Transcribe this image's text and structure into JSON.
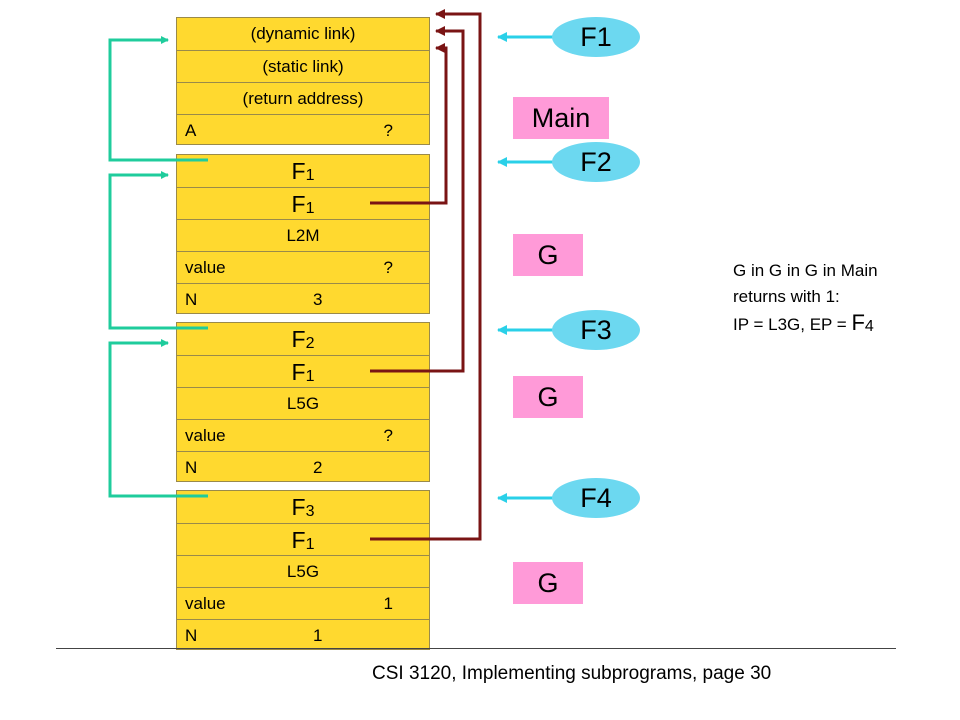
{
  "frames": [
    {
      "cells": [
        {
          "center": "(dynamic link)"
        },
        {
          "center": "(static link)"
        },
        {
          "center": "(return address)"
        },
        {
          "left": "A",
          "right": "?"
        }
      ]
    },
    {
      "cells": [
        {
          "big_letter": "F",
          "big_sub": "1"
        },
        {
          "big_letter": "F",
          "big_sub": "1"
        },
        {
          "center": "L2M"
        },
        {
          "left": "value",
          "right": "?"
        },
        {
          "left": "N",
          "right": "3"
        }
      ]
    },
    {
      "cells": [
        {
          "big_letter": "F",
          "big_sub": "2"
        },
        {
          "big_letter": "F",
          "big_sub": "1"
        },
        {
          "center": "L5G"
        },
        {
          "left": "value",
          "right": "?"
        },
        {
          "left": "N",
          "right": "2"
        }
      ]
    },
    {
      "cells": [
        {
          "big_letter": "F",
          "big_sub": "3"
        },
        {
          "big_letter": "F",
          "big_sub": "1"
        },
        {
          "center": "L5G"
        },
        {
          "left": "value",
          "right": "1"
        },
        {
          "left": "N",
          "right": "1"
        }
      ]
    }
  ],
  "frame_labels": [
    "F1",
    "F2",
    "F3",
    "F4"
  ],
  "unit_labels": [
    "Main",
    "G",
    "G",
    "G"
  ],
  "note": {
    "line1": "G in G in G in Main",
    "line2": "returns with 1:",
    "line3_prefix": "IP = L3G, EP = ",
    "ep_letter": "F",
    "ep_sub": "4"
  },
  "footer": "CSI 3120, Implementing subprograms, page 30",
  "colors": {
    "cell_fill": "#ffd92f",
    "oval_fill": "#6cd8f0",
    "unit_box_fill": "#ff9ad8",
    "static_link_arrow": "#1fcc9c",
    "dynamic_link_arrow": "#7a1414",
    "pointer_arrow": "#2ad0e8"
  }
}
